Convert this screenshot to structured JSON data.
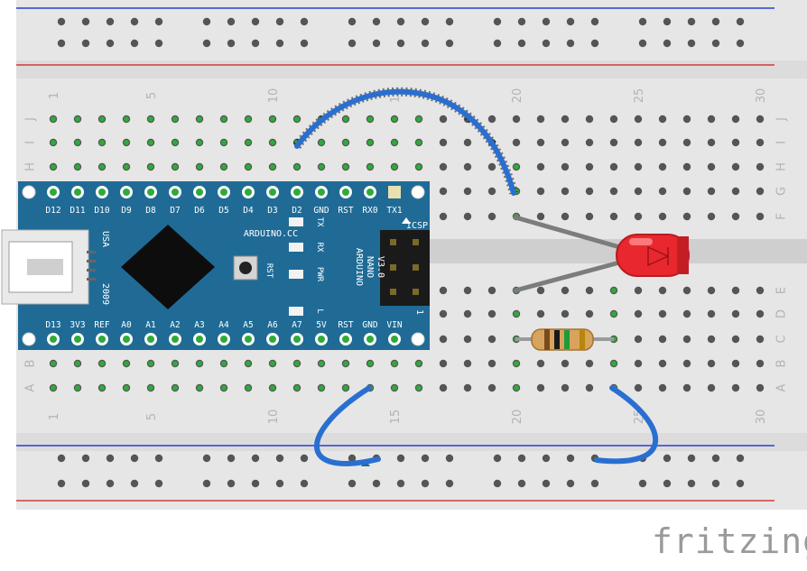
{
  "breadboard": {
    "column_numbers": [
      "1",
      "5",
      "10",
      "15",
      "20",
      "25",
      "30"
    ],
    "row_letters_top": [
      "J",
      "I",
      "H",
      "G",
      "F"
    ],
    "row_letters_bottom": [
      "E",
      "D",
      "C",
      "B",
      "A"
    ]
  },
  "arduino": {
    "top_pins": [
      "D12",
      "D11",
      "D10",
      "D9",
      "D8",
      "D7",
      "D6",
      "D5",
      "D4",
      "D3",
      "D2",
      "GND",
      "RST",
      "RX0",
      "TX1"
    ],
    "bottom_pins": [
      "D13",
      "3V3",
      "REF",
      "A0",
      "A1",
      "A2",
      "A3",
      "A4",
      "A5",
      "A6",
      "A7",
      "5V",
      "RST",
      "GND",
      "VIN"
    ],
    "brand_label": "ARDUINO.CC",
    "model_lines": [
      "ARDUINO",
      "NANO",
      "V3.0"
    ],
    "usb_label": "USA",
    "year_label": "2009",
    "reset_label": "RST",
    "icsp_label": "ICSP",
    "icsp_pin_mark": "1",
    "led_labels": [
      "TX",
      "RX",
      "PWR",
      "L"
    ]
  },
  "components": {
    "led_color": "#e8282e",
    "resistor_bands": [
      "#7a4a1e",
      "#1a1a1a",
      "#1f9a3a",
      "#b8860b"
    ],
    "wire_color": "#2a6fd0"
  },
  "brand": "fritzing"
}
